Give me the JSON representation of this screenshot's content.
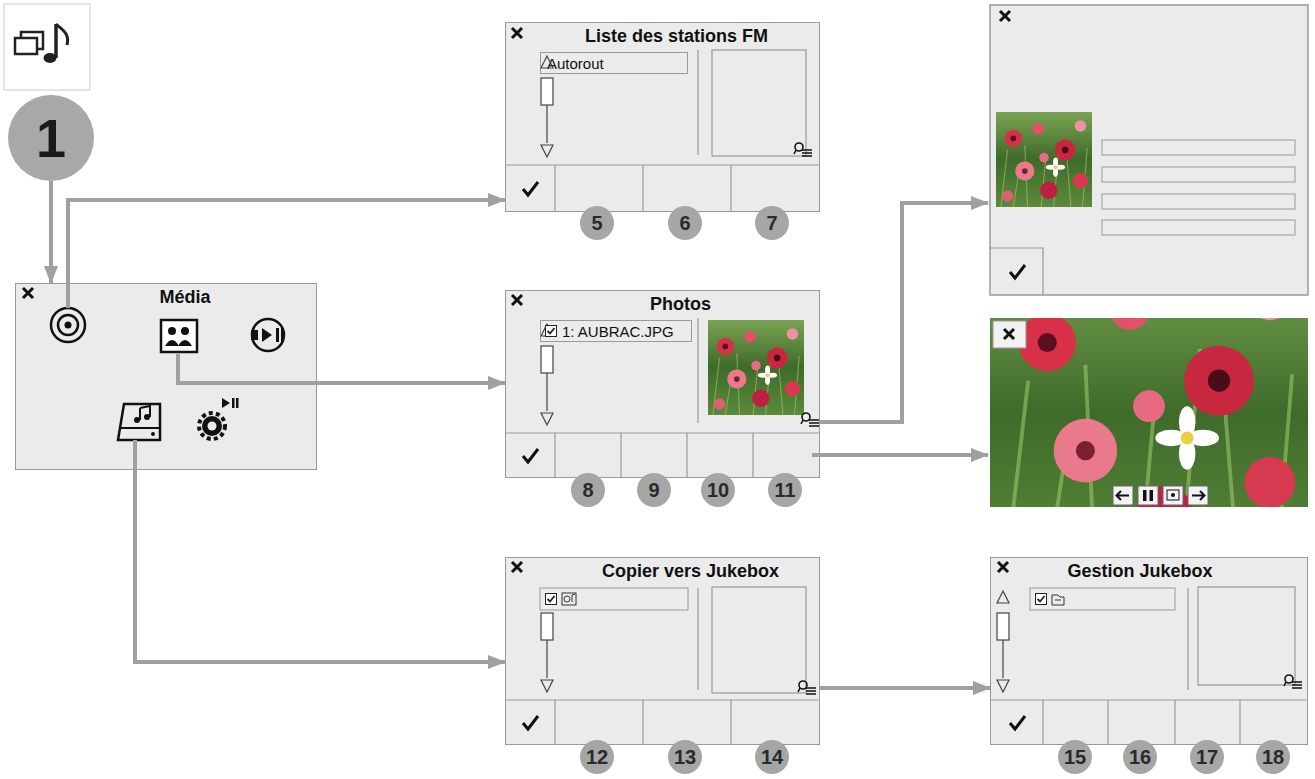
{
  "diagram": {
    "nodes": [
      {
        "text": [
          "1"
        ]
      },
      {
        "text": [
          "Média"
        ]
      },
      {
        "text": [
          "Liste des stations FM"
        ]
      },
      {
        "text": [
          "Autorout"
        ],
        "in": 2
      },
      {
        "text": [
          "Photos"
        ]
      },
      {
        "text": [
          "1: AUBRAC.JPG"
        ],
        "in": 4
      },
      {
        "text": [
          "Copier vers Jukebox"
        ]
      },
      {
        "text": [
          "Gestion Jukebox"
        ]
      }
    ],
    "edges": [
      {
        "from": 0,
        "to": 1,
        "arrow": "to"
      },
      {
        "from": 1,
        "to": 2,
        "arrow": "to"
      },
      {
        "from": 1,
        "to": 4,
        "arrow": "to"
      },
      {
        "from": 1,
        "to": 6,
        "arrow": "to"
      },
      {
        "from": 6,
        "to": 7,
        "arrow": "to"
      }
    ],
    "labels": [
      "5",
      "6",
      "7",
      "8",
      "9",
      "10",
      "11",
      "12",
      "13",
      "14",
      "15",
      "16",
      "17",
      "18"
    ]
  }
}
